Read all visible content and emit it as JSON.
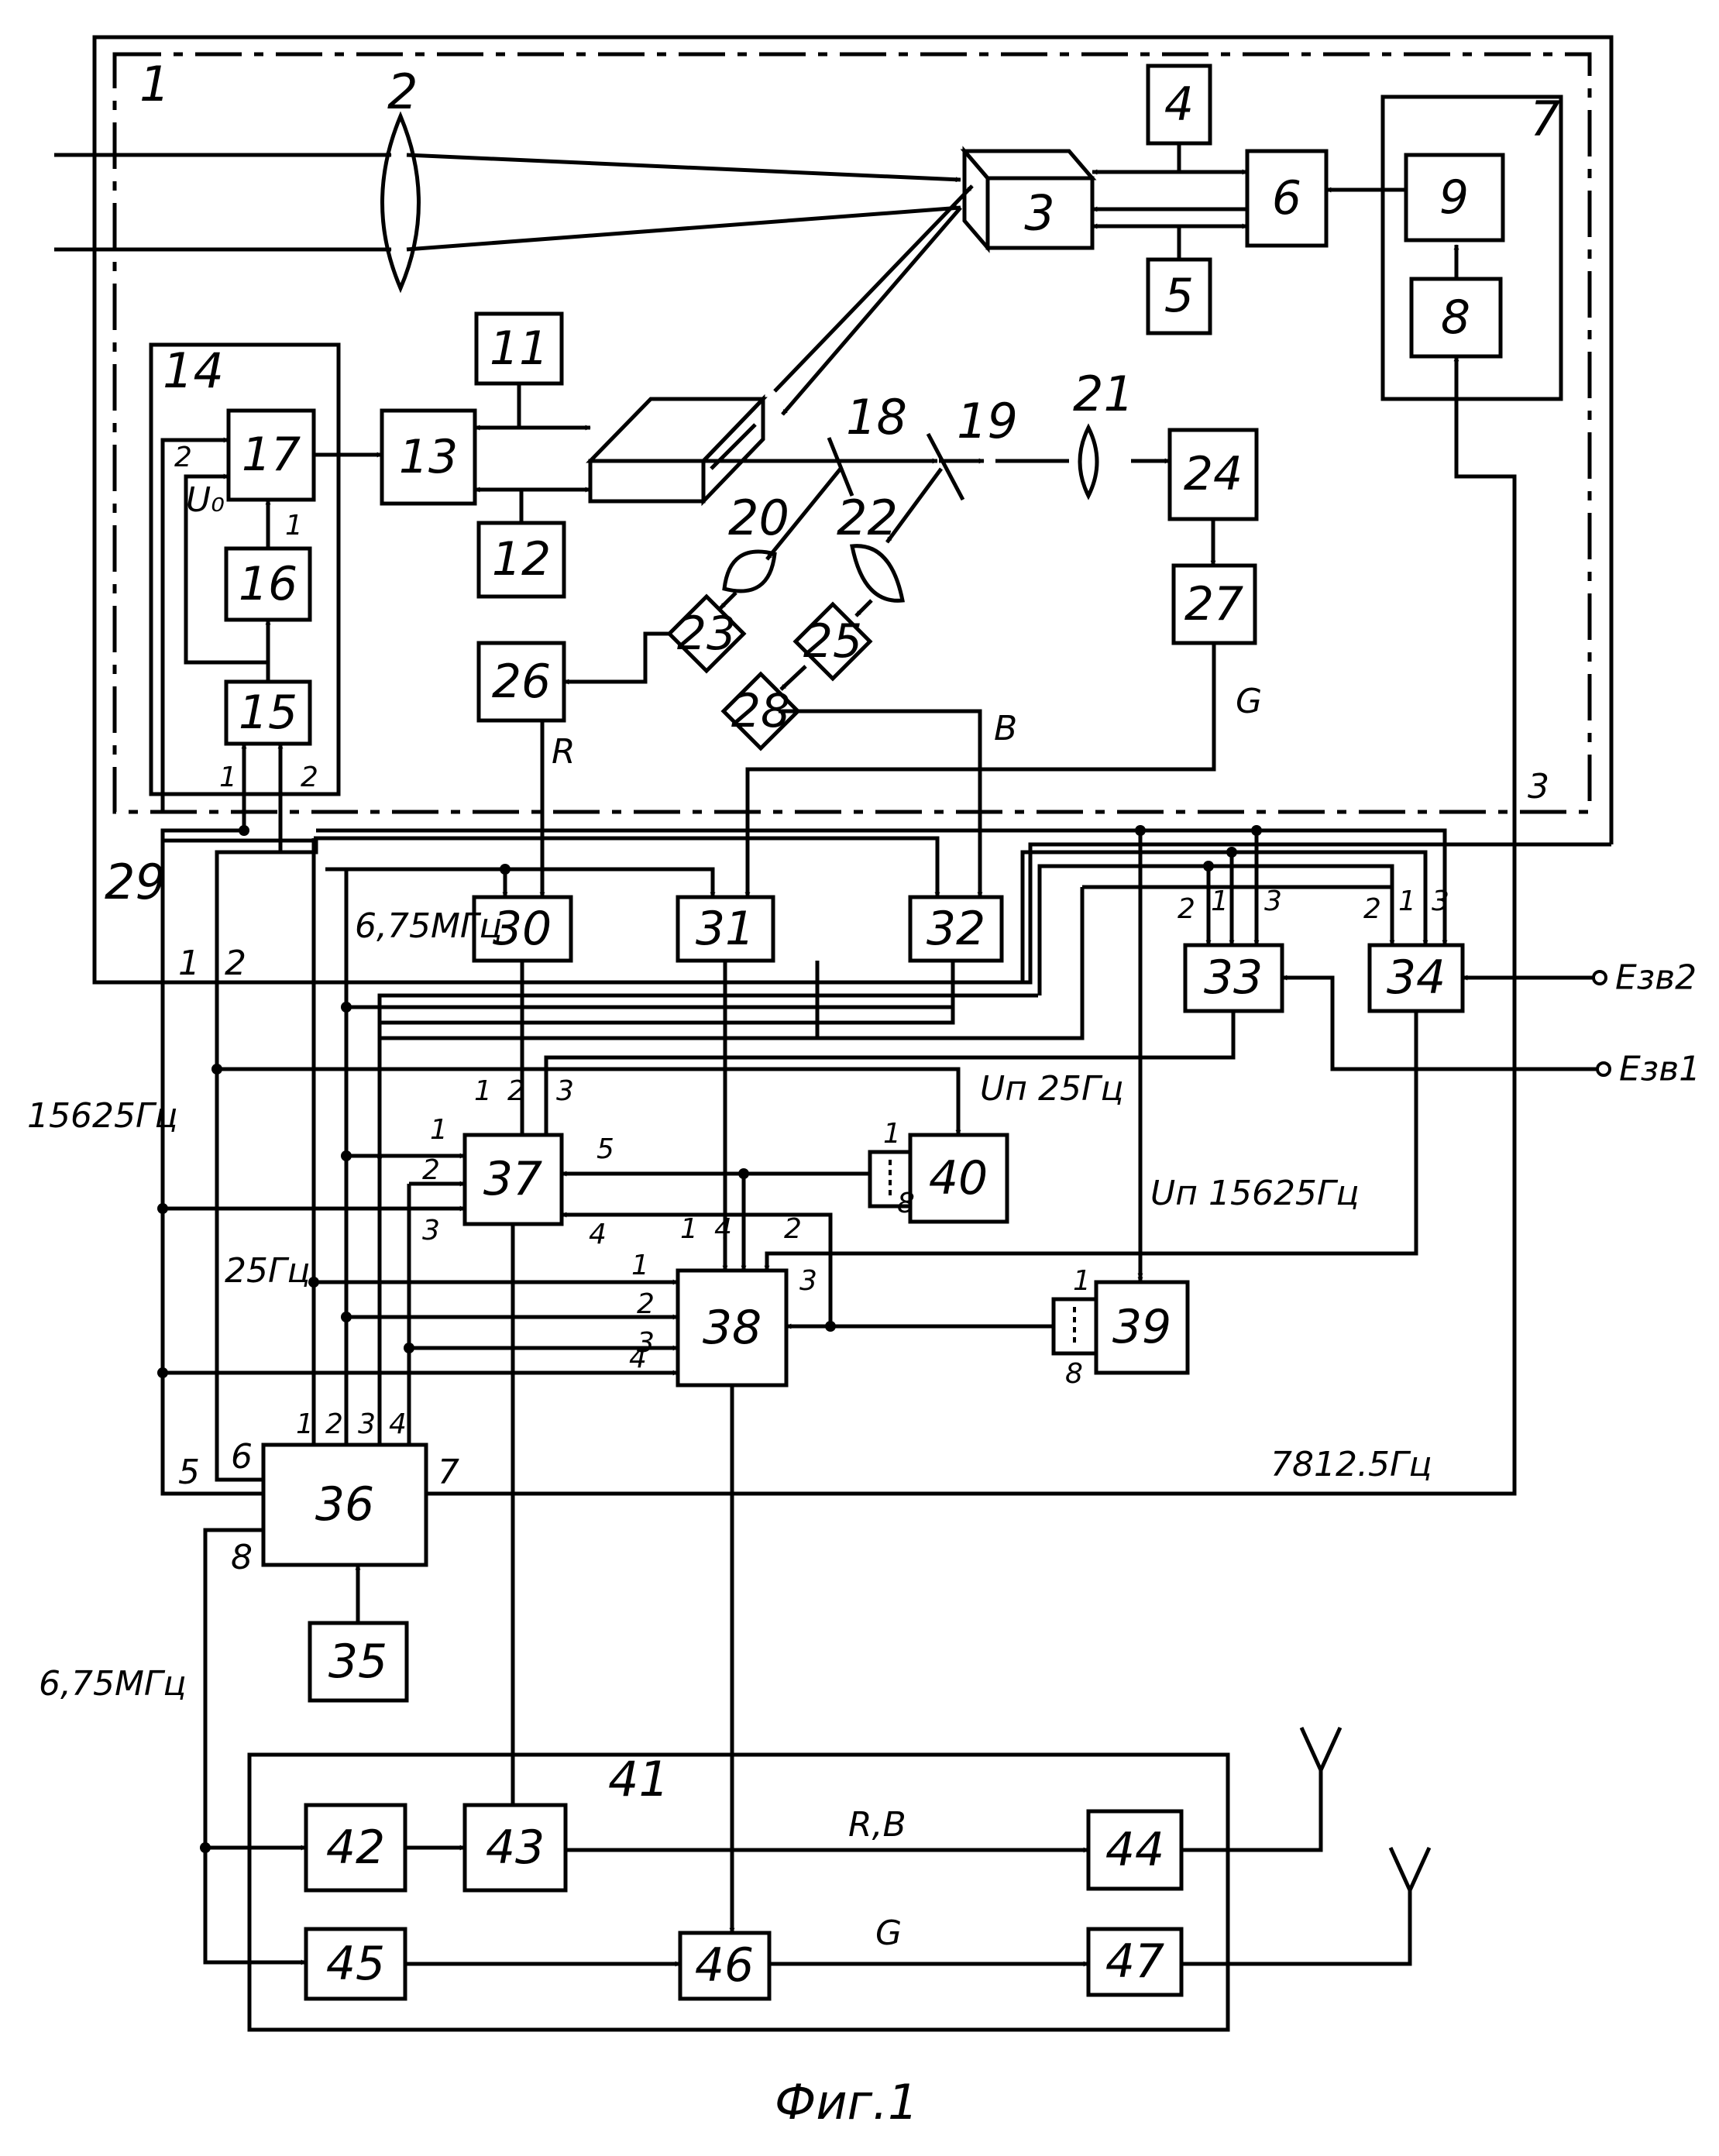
{
  "blocks": {
    "b1": "1",
    "b2": "2",
    "b3": "3",
    "b4": "4",
    "b5": "5",
    "b6": "6",
    "b7": "7",
    "b8": "8",
    "b9": "9",
    "b11": "11",
    "b12": "12",
    "b13": "13",
    "b14": "14",
    "b15": "15",
    "b16": "16",
    "b17": "17",
    "b18": "18",
    "b19": "19",
    "b20": "20",
    "b21": "21",
    "b22": "22",
    "b23": "23",
    "b24": "24",
    "b25": "25",
    "b26": "26",
    "b27": "27",
    "b28": "28",
    "b29": "29",
    "b30": "30",
    "b31": "31",
    "b32": "32",
    "b33": "33",
    "b34": "34",
    "b35": "35",
    "b36": "36",
    "b37": "37",
    "b38": "38",
    "b39": "39",
    "b40": "40",
    "b41": "41",
    "b42": "42",
    "b43": "43",
    "b44": "44",
    "b45": "45",
    "b46": "46",
    "b47": "47"
  },
  "signals": {
    "r": "R",
    "g": "G",
    "b": "B",
    "rb": "R,B",
    "u0": "U₀",
    "e2": "Eзв2",
    "e1": "Eзв1",
    "up25": "Uп 25Гц",
    "up15625": "Uп 15625Гц",
    "f675a": "6,75МГц",
    "f675b": "6,75МГц",
    "f15625": "15625Гц",
    "f25": "25Гц",
    "f7812": "7812.5Гц"
  },
  "caption": "Фиг.1"
}
